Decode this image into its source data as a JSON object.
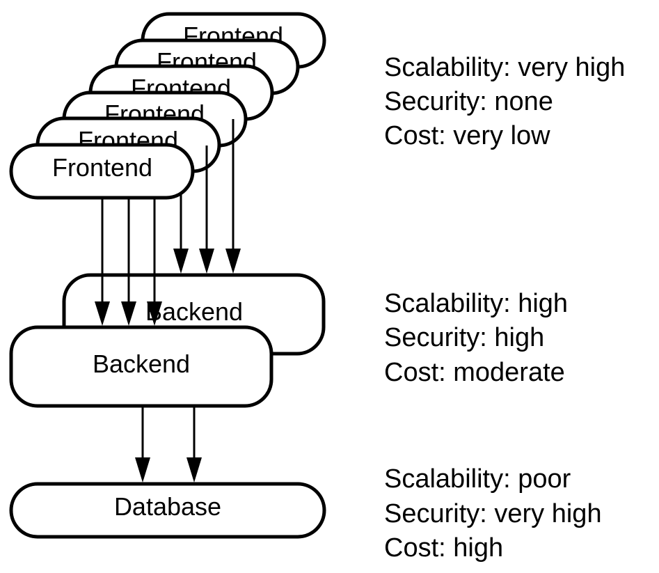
{
  "diagram": {
    "nodes": {
      "frontend_label": "Frontend",
      "backend_label": "Backend",
      "database_label": "Database"
    },
    "annotations": {
      "frontend": {
        "line1": "Scalability: very high",
        "line2": "Security: none",
        "line3": "Cost: very low"
      },
      "backend": {
        "line1": "Scalability: high",
        "line2": "Security: high",
        "line3": "Cost: moderate"
      },
      "database": {
        "line1": "Scalability: poor",
        "line2": "Security: very high",
        "line3": "Cost: high"
      }
    }
  }
}
